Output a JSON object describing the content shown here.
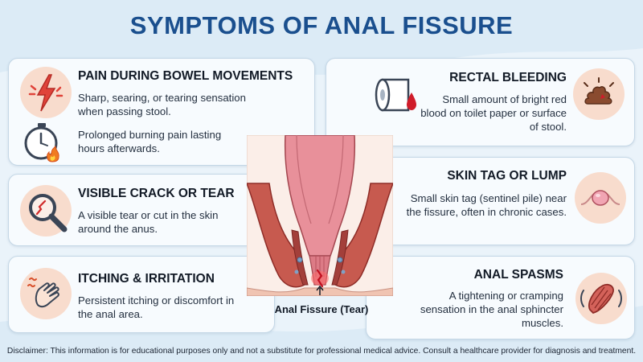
{
  "title": "SYMPTOMS OF ANAL FISSURE",
  "cards": {
    "pain": {
      "title": "PAIN DURING BOWEL MOVEMENTS",
      "text1": "Sharp, searing, or tearing sensation when passing stool.",
      "text2": "Prolonged burning pain lasting hours afterwards."
    },
    "crack": {
      "title": "VISIBLE CRACK OR TEAR",
      "text": "A visible tear or cut in the skin around the anus."
    },
    "itching": {
      "title": "ITCHING & IRRITATION",
      "text": "Persistent itching or discomfort in the anal area."
    },
    "bleeding": {
      "title": "RECTAL BLEEDING",
      "text": "Small amount of bright red blood on toilet paper or surface of stool."
    },
    "skin_tag": {
      "title": "SKIN TAG OR LUMP",
      "text": "Small skin tag (sentinel pile) near the fissure, often in chronic cases."
    },
    "spasms": {
      "title": "ANAL SPASMS",
      "text": "A tightening or cramping sensation in the anal sphincter muscles."
    }
  },
  "illustration_label": "Anal Fissure (Tear)",
  "disclaimer": "Disclaimer: This information is for educational purposes only and not a substitute for professional medical advice. Consult a healthcare provider for diagnosis and treatment.",
  "icons": {
    "pain": "lightning-bolt-icon",
    "timer": "stopwatch-fire-icon",
    "crack": "magnifying-glass-icon",
    "itching": "scratching-hand-icon",
    "bleeding": "toilet-paper-blood-drop-icon",
    "stool": "stool-icon",
    "skin_tag": "skin-lump-icon",
    "spasms": "muscle-icon"
  },
  "colors": {
    "title": "#1a4f8e",
    "accent_circle": "#f8dccd",
    "blood": "#d01c2a",
    "card_border": "#c4d7e6"
  }
}
